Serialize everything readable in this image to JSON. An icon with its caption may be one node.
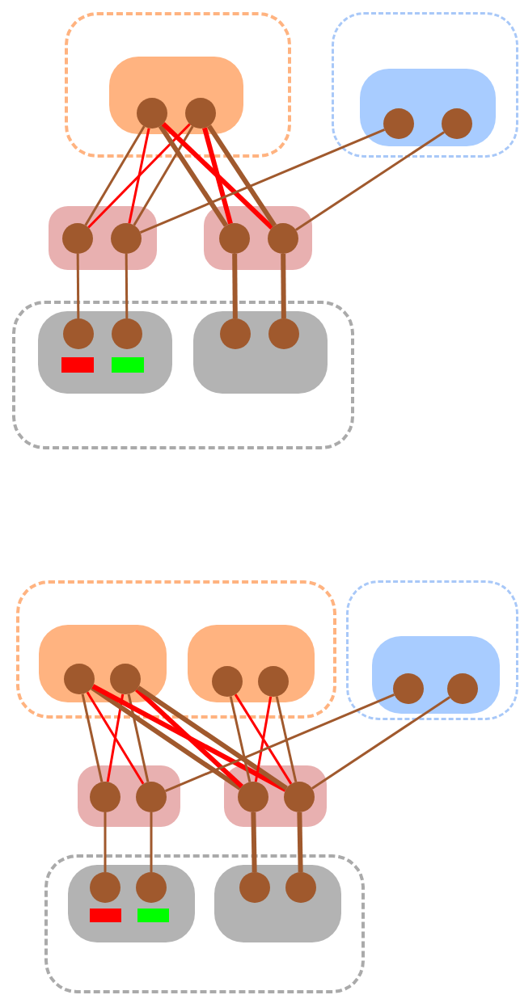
{
  "diagram": {
    "nodes": [
      {
        "text": [],
        "shape": "box"
      },
      {
        "text": [],
        "shape": "box",
        "in": 0
      },
      {
        "text": [],
        "shape": "circle",
        "in": 1
      },
      {
        "text": [],
        "shape": "circle",
        "in": 1
      },
      {
        "text": [],
        "shape": "box"
      },
      {
        "text": [],
        "shape": "box",
        "in": 4
      },
      {
        "text": [],
        "shape": "circle",
        "in": 5
      },
      {
        "text": [],
        "shape": "circle",
        "in": 5
      },
      {
        "text": [],
        "shape": "box"
      },
      {
        "text": [],
        "shape": "circle",
        "in": 8
      },
      {
        "text": [],
        "shape": "circle",
        "in": 8
      },
      {
        "text": [],
        "shape": "box"
      },
      {
        "text": [],
        "shape": "circle",
        "in": 11
      },
      {
        "text": [],
        "shape": "circle",
        "in": 11
      },
      {
        "text": [],
        "shape": "box"
      },
      {
        "text": [],
        "shape": "box",
        "in": 14
      },
      {
        "text": [],
        "shape": "circle",
        "in": 15
      },
      {
        "text": [],
        "shape": "circle",
        "in": 15
      },
      {
        "text": [],
        "shape": "box",
        "in": 14
      },
      {
        "text": [],
        "shape": "circle",
        "in": 18
      },
      {
        "text": [],
        "shape": "circle",
        "in": 18
      },
      {
        "text": [],
        "shape": "box"
      },
      {
        "text": [],
        "shape": "box",
        "in": 21
      },
      {
        "text": [],
        "shape": "circle",
        "in": 22
      },
      {
        "text": [],
        "shape": "circle",
        "in": 22
      },
      {
        "text": [],
        "shape": "box",
        "in": 21
      },
      {
        "text": [],
        "shape": "circle",
        "in": 25
      },
      {
        "text": [],
        "shape": "circle",
        "in": 25
      },
      {
        "text": [],
        "shape": "box"
      },
      {
        "text": [],
        "shape": "box",
        "in": 28
      },
      {
        "text": [],
        "shape": "circle",
        "in": 29
      },
      {
        "text": [],
        "shape": "circle",
        "in": 29
      },
      {
        "text": [],
        "shape": "box"
      },
      {
        "text": [],
        "shape": "circle",
        "in": 32
      },
      {
        "text": [],
        "shape": "circle",
        "in": 32
      },
      {
        "text": [],
        "shape": "box"
      },
      {
        "text": [],
        "shape": "circle",
        "in": 35
      },
      {
        "text": [],
        "shape": "circle",
        "in": 35
      },
      {
        "text": [],
        "shape": "box"
      },
      {
        "text": [],
        "shape": "box",
        "in": 38
      },
      {
        "text": [],
        "shape": "circle",
        "in": 39
      },
      {
        "text": [],
        "shape": "circle",
        "in": 39
      },
      {
        "text": [],
        "shape": "box",
        "in": 38
      },
      {
        "text": [],
        "shape": "circle",
        "in": 42
      },
      {
        "text": [],
        "shape": "circle",
        "in": 42
      }
    ],
    "edges": [
      {
        "from": 2,
        "to": 9,
        "arrow": "none"
      },
      {
        "from": 2,
        "to": 10,
        "arrow": "none",
        "color": "#ff0000"
      },
      {
        "from": 3,
        "to": 9,
        "arrow": "none",
        "color": "#ff0000"
      },
      {
        "from": 3,
        "to": 10,
        "arrow": "none"
      },
      {
        "from": 2,
        "to": 12,
        "arrow": "none",
        "style": "thick"
      },
      {
        "from": 2,
        "to": 13,
        "arrow": "none",
        "style": "thick",
        "color": "#ff0000"
      },
      {
        "from": 3,
        "to": 12,
        "arrow": "none",
        "style": "thick",
        "color": "#ff0000"
      },
      {
        "from": 3,
        "to": 13,
        "arrow": "none",
        "style": "thick"
      },
      {
        "from": 6,
        "to": 10,
        "arrow": "none"
      },
      {
        "from": 7,
        "to": 13,
        "arrow": "none"
      },
      {
        "from": 9,
        "to": 16,
        "arrow": "none"
      },
      {
        "from": 10,
        "to": 17,
        "arrow": "none"
      },
      {
        "from": 12,
        "to": 19,
        "arrow": "none",
        "style": "thick"
      },
      {
        "from": 13,
        "to": 20,
        "arrow": "none",
        "style": "thick"
      },
      {
        "from": 23,
        "to": 33,
        "arrow": "none"
      },
      {
        "from": 23,
        "to": 34,
        "arrow": "none",
        "color": "#ff0000"
      },
      {
        "from": 24,
        "to": 33,
        "arrow": "none",
        "color": "#ff0000"
      },
      {
        "from": 24,
        "to": 34,
        "arrow": "none"
      },
      {
        "from": 23,
        "to": 36,
        "arrow": "none",
        "style": "thick"
      },
      {
        "from": 23,
        "to": 37,
        "arrow": "none",
        "style": "thick",
        "color": "#ff0000"
      },
      {
        "from": 24,
        "to": 36,
        "arrow": "none",
        "style": "thick",
        "color": "#ff0000"
      },
      {
        "from": 24,
        "to": 37,
        "arrow": "none",
        "style": "thick"
      },
      {
        "from": 26,
        "to": 36,
        "arrow": "none"
      },
      {
        "from": 26,
        "to": 37,
        "arrow": "none",
        "color": "#ff0000"
      },
      {
        "from": 27,
        "to": 36,
        "arrow": "none",
        "color": "#ff0000"
      },
      {
        "from": 27,
        "to": 37,
        "arrow": "none"
      },
      {
        "from": 30,
        "to": 34,
        "arrow": "none"
      },
      {
        "from": 31,
        "to": 37,
        "arrow": "none"
      },
      {
        "from": 33,
        "to": 40,
        "arrow": "none"
      },
      {
        "from": 34,
        "to": 41,
        "arrow": "none"
      },
      {
        "from": 36,
        "to": 43,
        "arrow": "none",
        "style": "thick"
      },
      {
        "from": 37,
        "to": 44,
        "arrow": "none",
        "style": "thick"
      }
    ]
  }
}
